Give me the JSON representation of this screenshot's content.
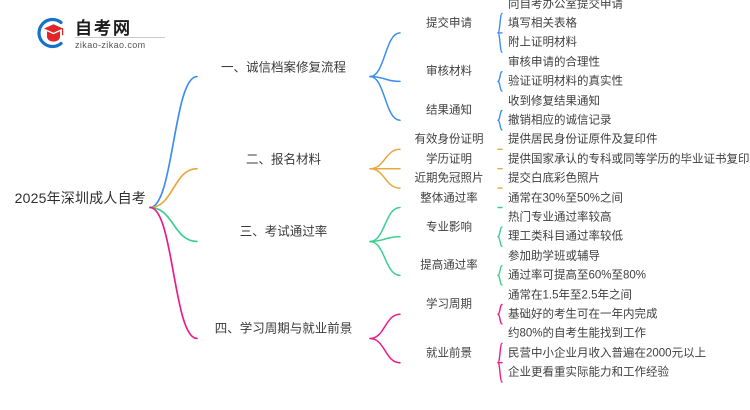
{
  "logo": {
    "brand": "自考网",
    "url": "zikao-zikao.com",
    "mark_icon": "graduation-cap-circle-icon"
  },
  "colors": {
    "branch_1": "#3d8ef0",
    "branch_2": "#e8a83c",
    "branch_3": "#3ccf92",
    "branch_4": "#ea1d8d",
    "text": "#3c3c3c",
    "background": "#ffffff"
  },
  "mindmap": {
    "root": "2025年深圳成人自考",
    "branches": [
      {
        "label": "一、诚信档案修复流程",
        "color": "#3d8ef0",
        "children": [
          {
            "label": "提交申请",
            "leaves": [
              "向自考办公室提交申请",
              "填写相关表格",
              "附上证明材料"
            ]
          },
          {
            "label": "审核材料",
            "leaves": [
              "审核申请的合理性",
              "验证证明材料的真实性"
            ]
          },
          {
            "label": "结果通知",
            "leaves": [
              "收到修复结果通知",
              "撤销相应的诚信记录"
            ]
          }
        ]
      },
      {
        "label": "二、报名材料",
        "color": "#e8a83c",
        "children": [
          {
            "label": "有效身份证明",
            "leaves": [
              "提供居民身份证原件及复印件"
            ]
          },
          {
            "label": "学历证明",
            "leaves": [
              "提供国家承认的专科或同等学历的毕业证书复印件"
            ]
          },
          {
            "label": "近期免冠照片",
            "leaves": [
              "提交白底彩色照片"
            ]
          }
        ]
      },
      {
        "label": "三、考试通过率",
        "color": "#3ccf92",
        "children": [
          {
            "label": "整体通过率",
            "leaves": [
              "通常在30%至50%之间"
            ]
          },
          {
            "label": "专业影响",
            "leaves": [
              "热门专业通过率较高",
              "理工类科目通过率较低"
            ]
          },
          {
            "label": "提高通过率",
            "leaves": [
              "参加助学班或辅导",
              "通过率可提高至60%至80%"
            ]
          }
        ]
      },
      {
        "label": "四、学习周期与就业前景",
        "color": "#ea1d8d",
        "children": [
          {
            "label": "学习周期",
            "leaves": [
              "通常在1.5年至2.5年之间",
              "基础好的考生可在一年内完成"
            ]
          },
          {
            "label": "就业前景",
            "leaves": [
              "约80%的自考生能找到工作",
              "民营中小企业月收入普遍在2000元以上",
              "企业更看重实际能力和工作经验"
            ]
          }
        ]
      }
    ]
  }
}
